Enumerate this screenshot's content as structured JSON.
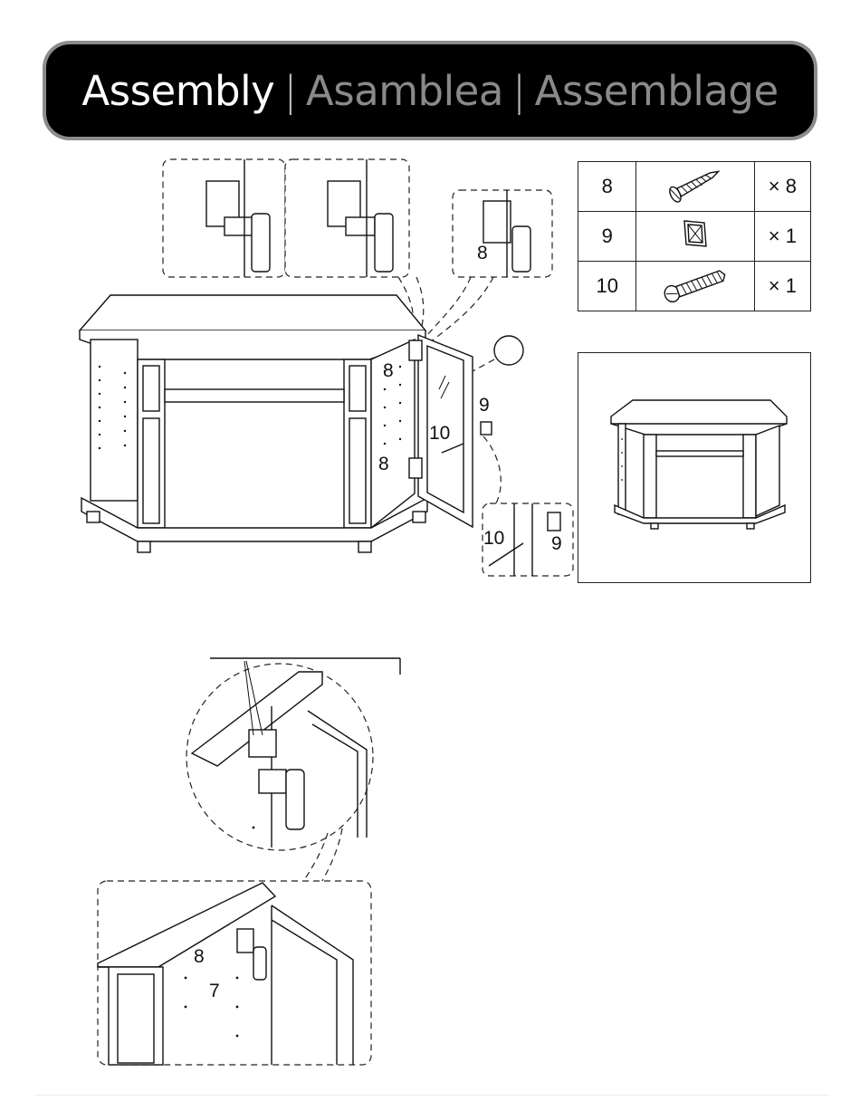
{
  "header": {
    "title_en": "Assembly",
    "separator": "|",
    "title_es": "Asamblea",
    "title_fr": "Assemblage"
  },
  "parts": [
    {
      "number": "8",
      "icon": "wood-screw-icon",
      "quantity": "× 8"
    },
    {
      "number": "9",
      "icon": "knob-icon",
      "quantity": "× 1"
    },
    {
      "number": "10",
      "icon": "machine-screw-icon",
      "quantity": "× 1"
    }
  ],
  "callouts": {
    "hinge_screw_detail": "8",
    "hinge_screw_upper": "8",
    "hinge_screw_lower": "8",
    "knob": "9",
    "knob_screw": "10",
    "knob_detail_screw": "10",
    "knob_detail_knob": "9",
    "bottom_screw": "8",
    "bottom_hinge_part": "7"
  },
  "colors": {
    "banner_bg": "#000000",
    "banner_text": "#ffffff",
    "banner_text_alt": "#8a8a8a",
    "banner_border": "#8c8c8c"
  }
}
